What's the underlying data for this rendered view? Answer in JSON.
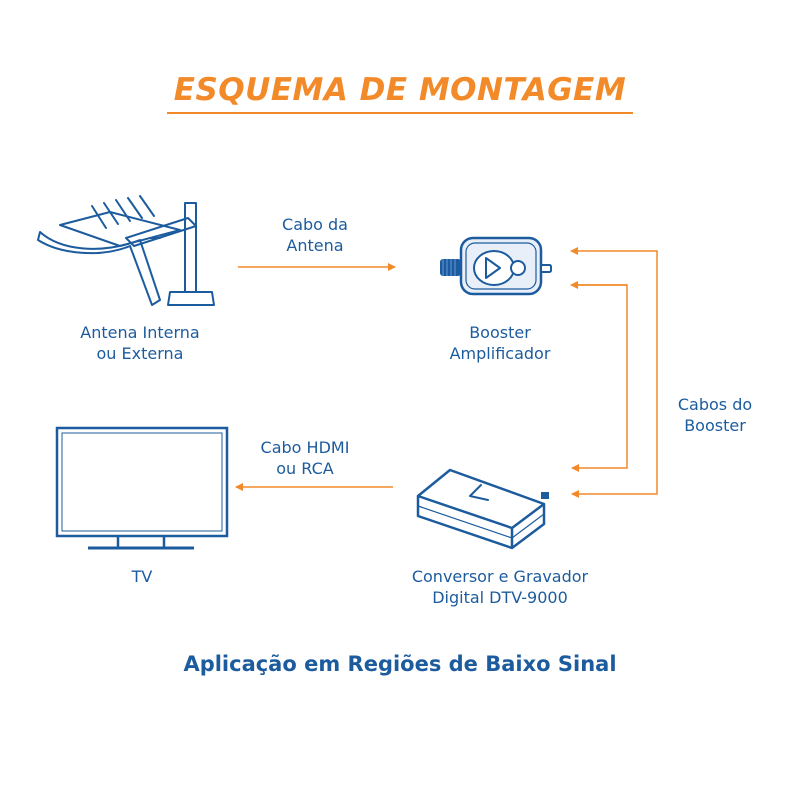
{
  "title": "ESQUEMA DE MONTAGEM",
  "colors": {
    "accent": "#f38a2a",
    "primary": "#1c5c9e",
    "device_light": "#e8eff8"
  },
  "devices": {
    "antenna": {
      "line1": "Antena Interna",
      "line2": "ou Externa",
      "icon": "antenna-icon"
    },
    "booster": {
      "line1": "Booster",
      "line2": "Amplificador",
      "icon": "booster-icon"
    },
    "tv": {
      "line1": "TV",
      "icon": "tv-icon"
    },
    "converter": {
      "line1": "Conversor e Gravador",
      "line2": "Digital DTV-9000",
      "icon": "converter-box-icon"
    }
  },
  "cables": {
    "antenna": {
      "line1": "Cabo da",
      "line2": "Antena"
    },
    "hdmi": {
      "line1": "Cabo HDMI",
      "line2": "ou RCA"
    },
    "booster": {
      "line1": "Cabos do",
      "line2": "Booster"
    }
  },
  "footer": "Aplicação em Regiões de Baixo Sinal"
}
